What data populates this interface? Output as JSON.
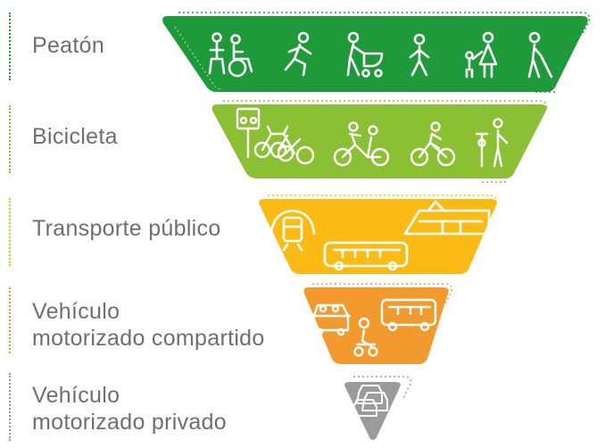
{
  "tiers": [
    {
      "label": "Peatón",
      "color": "#1f9a3a",
      "icons": [
        "pedestrian-wheelchair-icon",
        "running-person-icon",
        "parent-stroller-icon",
        "walking-person-icon",
        "parent-child-icon",
        "blind-person-cane-icon"
      ]
    },
    {
      "label": "Bicicleta",
      "color": "#8bc034",
      "icons": [
        "bike-parking-sign-icon",
        "parked-bicycles-icon",
        "tandem-cyclists-icon",
        "cyclist-icon",
        "person-walking-bicycle-icon"
      ]
    },
    {
      "label": "Transporte público",
      "color": "#fbbb14",
      "icons": [
        "metro-train-icon",
        "bus-icon",
        "light-rail-tram-icon"
      ]
    },
    {
      "label": "Vehículo\nmotorizado compartido",
      "color": "#f29a2e",
      "icons": [
        "shared-car-icon",
        "shared-van-icon",
        "motorcycle-rider-icon"
      ]
    },
    {
      "label": "Vehículo\nmotorizado privado",
      "color": "#9b9b9b",
      "icons": [
        "private-cars-icon"
      ]
    }
  ]
}
